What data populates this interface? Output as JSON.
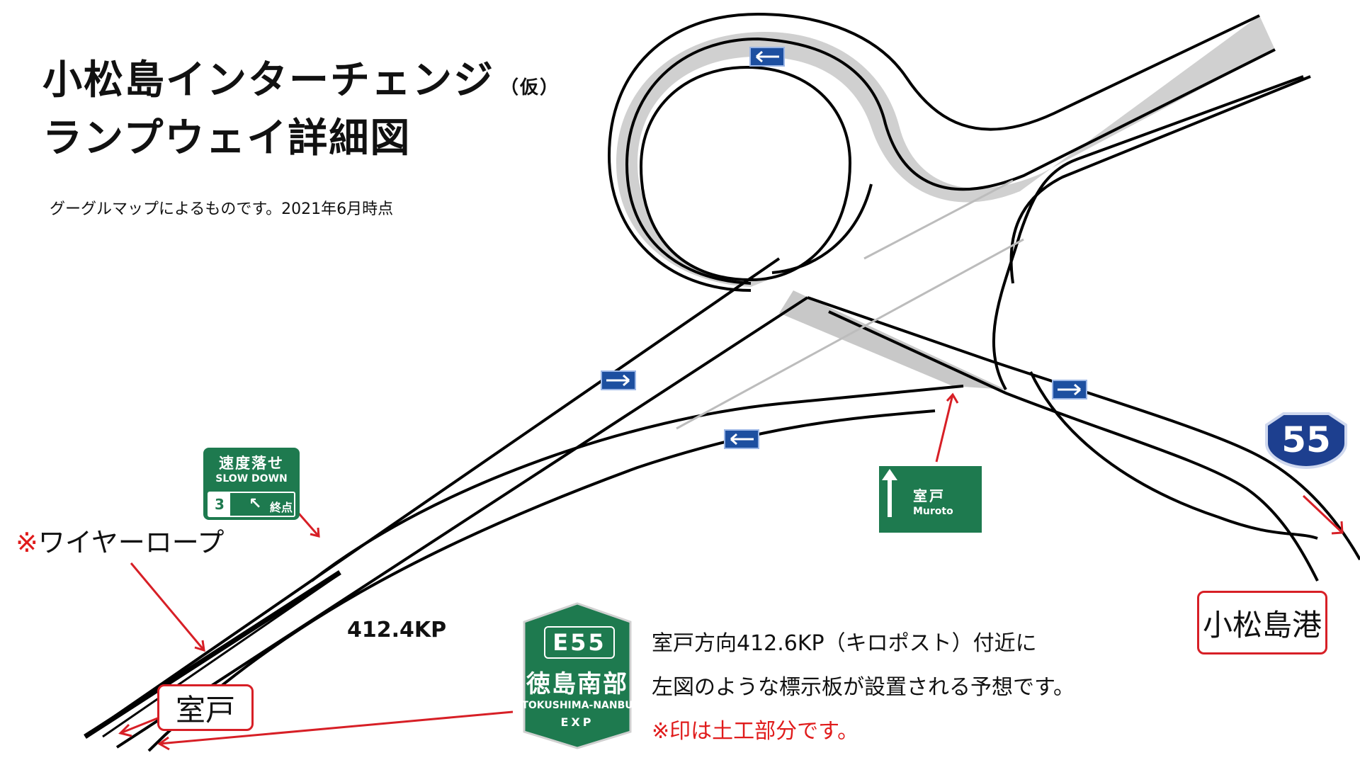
{
  "title": {
    "line1": "小松島インターチェンジ",
    "kari": "（仮）",
    "line2": "ランプウェイ詳細図"
  },
  "source_note": "グーグルマップによるものです。2021年6月時点",
  "kilopost_label": "412.4KP",
  "notes": {
    "line1": "室戸方向412.6KP（キロポスト）付近に",
    "line2": "左図のような標示板が設置される予想です。",
    "line3": "※印は土工部分です。"
  },
  "wire_rope": {
    "mark": "※",
    "label": "ワイヤーロープ"
  },
  "destinations": {
    "muroto": "室戸",
    "port": "小松島港"
  },
  "signs": {
    "slow_down": {
      "jp": "速度落せ",
      "en": "SLOW DOWN",
      "lane": "3",
      "arrow": "↖",
      "end": "終点"
    },
    "direction": {
      "jp": "室戸",
      "en": "Muroto"
    },
    "expressway": {
      "number": "E55",
      "name": "徳島南部",
      "en": "TOKUSHIMA-NANBU",
      "exp": "EXP"
    },
    "route": {
      "number": "55"
    },
    "arrows": [
      {
        "id": "loop-top",
        "direction": "left"
      },
      {
        "id": "main-mid",
        "direction": "right"
      },
      {
        "id": "lower-road",
        "direction": "left"
      },
      {
        "id": "right-road",
        "direction": "right"
      }
    ]
  },
  "colors": {
    "road_line": "#000000",
    "shoulder_fill": "#d0d0d0",
    "sign_green": "#1e7a4f",
    "arrow_sign_blue": "#1d4fa0",
    "route_blue": "#1d3f8f",
    "annotation_red": "#d71f26"
  }
}
